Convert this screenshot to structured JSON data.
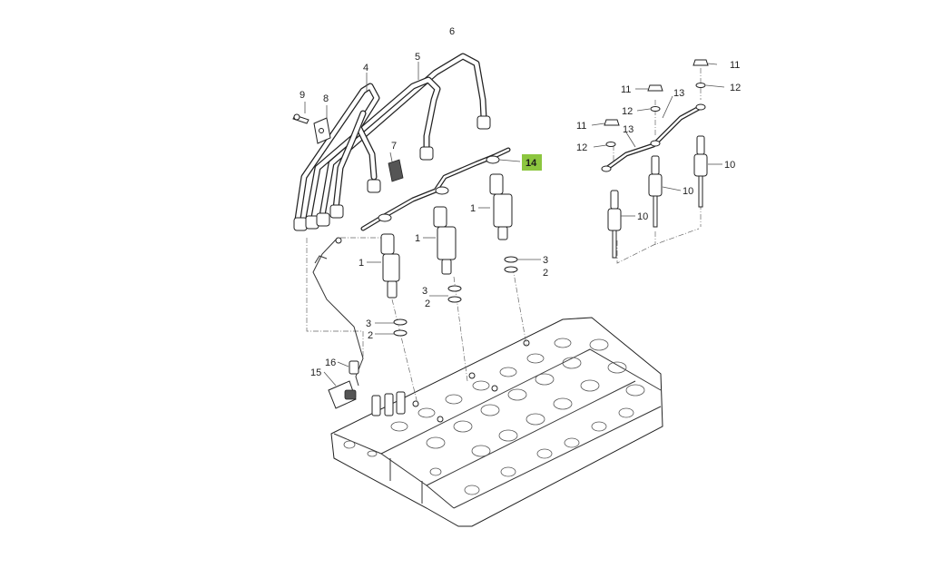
{
  "highlight_color": "#8cc63f",
  "callouts": [
    {
      "id": "c6",
      "text": "6"
    },
    {
      "id": "c5",
      "text": "5"
    },
    {
      "id": "c4",
      "text": "4"
    },
    {
      "id": "c9",
      "text": "9"
    },
    {
      "id": "c8",
      "text": "8"
    },
    {
      "id": "c7",
      "text": "7"
    },
    {
      "id": "c14",
      "text": "14",
      "highlighted": true
    },
    {
      "id": "c1a",
      "text": "1"
    },
    {
      "id": "c1b",
      "text": "1"
    },
    {
      "id": "c1c",
      "text": "1"
    },
    {
      "id": "c3a",
      "text": "3"
    },
    {
      "id": "c2a",
      "text": "2"
    },
    {
      "id": "c3b",
      "text": "3"
    },
    {
      "id": "c2b",
      "text": "2"
    },
    {
      "id": "c3c",
      "text": "3"
    },
    {
      "id": "c2c",
      "text": "2"
    },
    {
      "id": "c16",
      "text": "16"
    },
    {
      "id": "c15",
      "text": "15"
    },
    {
      "id": "c11a",
      "text": "11"
    },
    {
      "id": "c12a",
      "text": "12"
    },
    {
      "id": "c11b",
      "text": "11"
    },
    {
      "id": "c12b",
      "text": "12"
    },
    {
      "id": "c13a",
      "text": "13"
    },
    {
      "id": "c11c",
      "text": "11"
    },
    {
      "id": "c12c",
      "text": "12"
    },
    {
      "id": "c13b",
      "text": "13"
    },
    {
      "id": "c10a",
      "text": "10"
    },
    {
      "id": "c10b",
      "text": "10"
    },
    {
      "id": "c10c",
      "text": "10"
    }
  ]
}
